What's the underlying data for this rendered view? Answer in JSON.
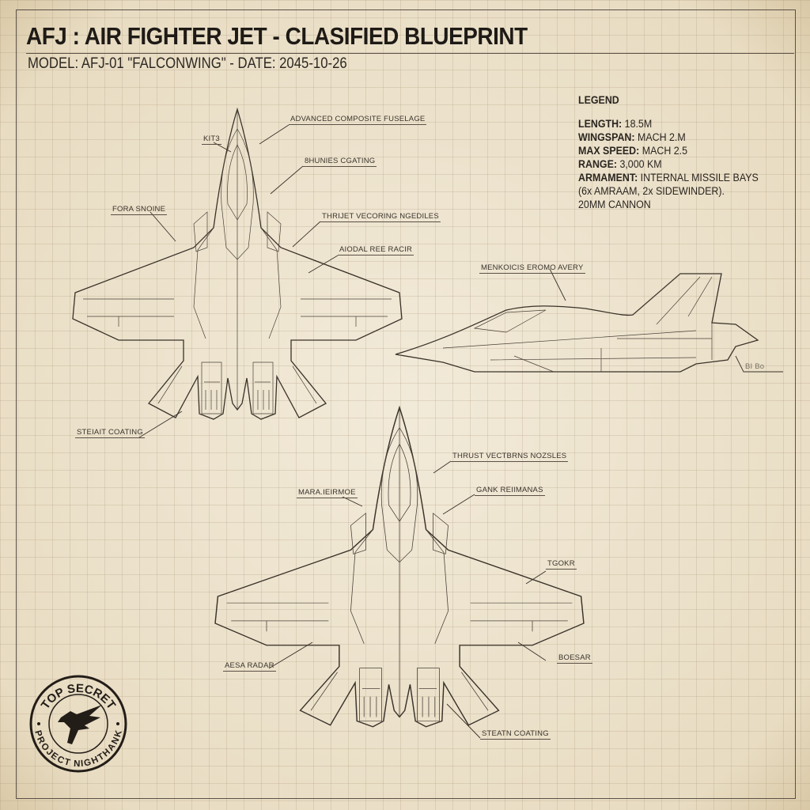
{
  "header": {
    "title": "AFJ : AIR FIGHTER JET - CLASIFIED BLUEPRINT",
    "subtitle": "MODEL: AFJ-01 \"FALCONWING\" - DATE: 2045-10-26"
  },
  "legend": {
    "heading": "LEGEND",
    "items": [
      {
        "key": "LENGTH:",
        "value": "18.5M"
      },
      {
        "key": "WINGSPAN:",
        "value": "MACH 2.M"
      },
      {
        "key": "MAX SPEED:",
        "value": "MACH 2.5"
      },
      {
        "key": "RANGE:",
        "value": "3,000 KM"
      },
      {
        "key": "ARMAMENT:",
        "value": "INTERNAL MISSILE BAYS"
      }
    ],
    "armament_line2": "(6x AMRAAM, 2x SIDEWINDER).",
    "armament_line3": "20MM CANNON"
  },
  "top_view_labels": {
    "fuselage": "ADVANCED COMPOSITE FUSELAGE",
    "kit": "KIT3",
    "coating": "8HUNIES CGATING",
    "engine": "FORA SNOINE",
    "thrust": "THRIJET VECORING NGEDILES",
    "radar": "AIODAL REE RACIR",
    "stealth": "STEIAIT COATING"
  },
  "side_view_labels": {
    "top": "MENKOICIS EROMO AVERY",
    "tail": "BI  Bo"
  },
  "bottom_view_labels": {
    "thrust": "THRUST VECTBRNS NOZSLES",
    "left": "MARA.IEIRMOE",
    "gan": "GANK REIIMANAS",
    "tgokr": "TGOKR",
    "aesa": "AESA RADAR",
    "boesar": "BOESAR",
    "stealth": "STEATN COATING"
  },
  "stamp": {
    "top_text": "TOP SECRET",
    "bottom_text": "PROJECT NIGHTHANK"
  },
  "colors": {
    "paper": "#eee4cf",
    "ink": "#2a2520"
  }
}
